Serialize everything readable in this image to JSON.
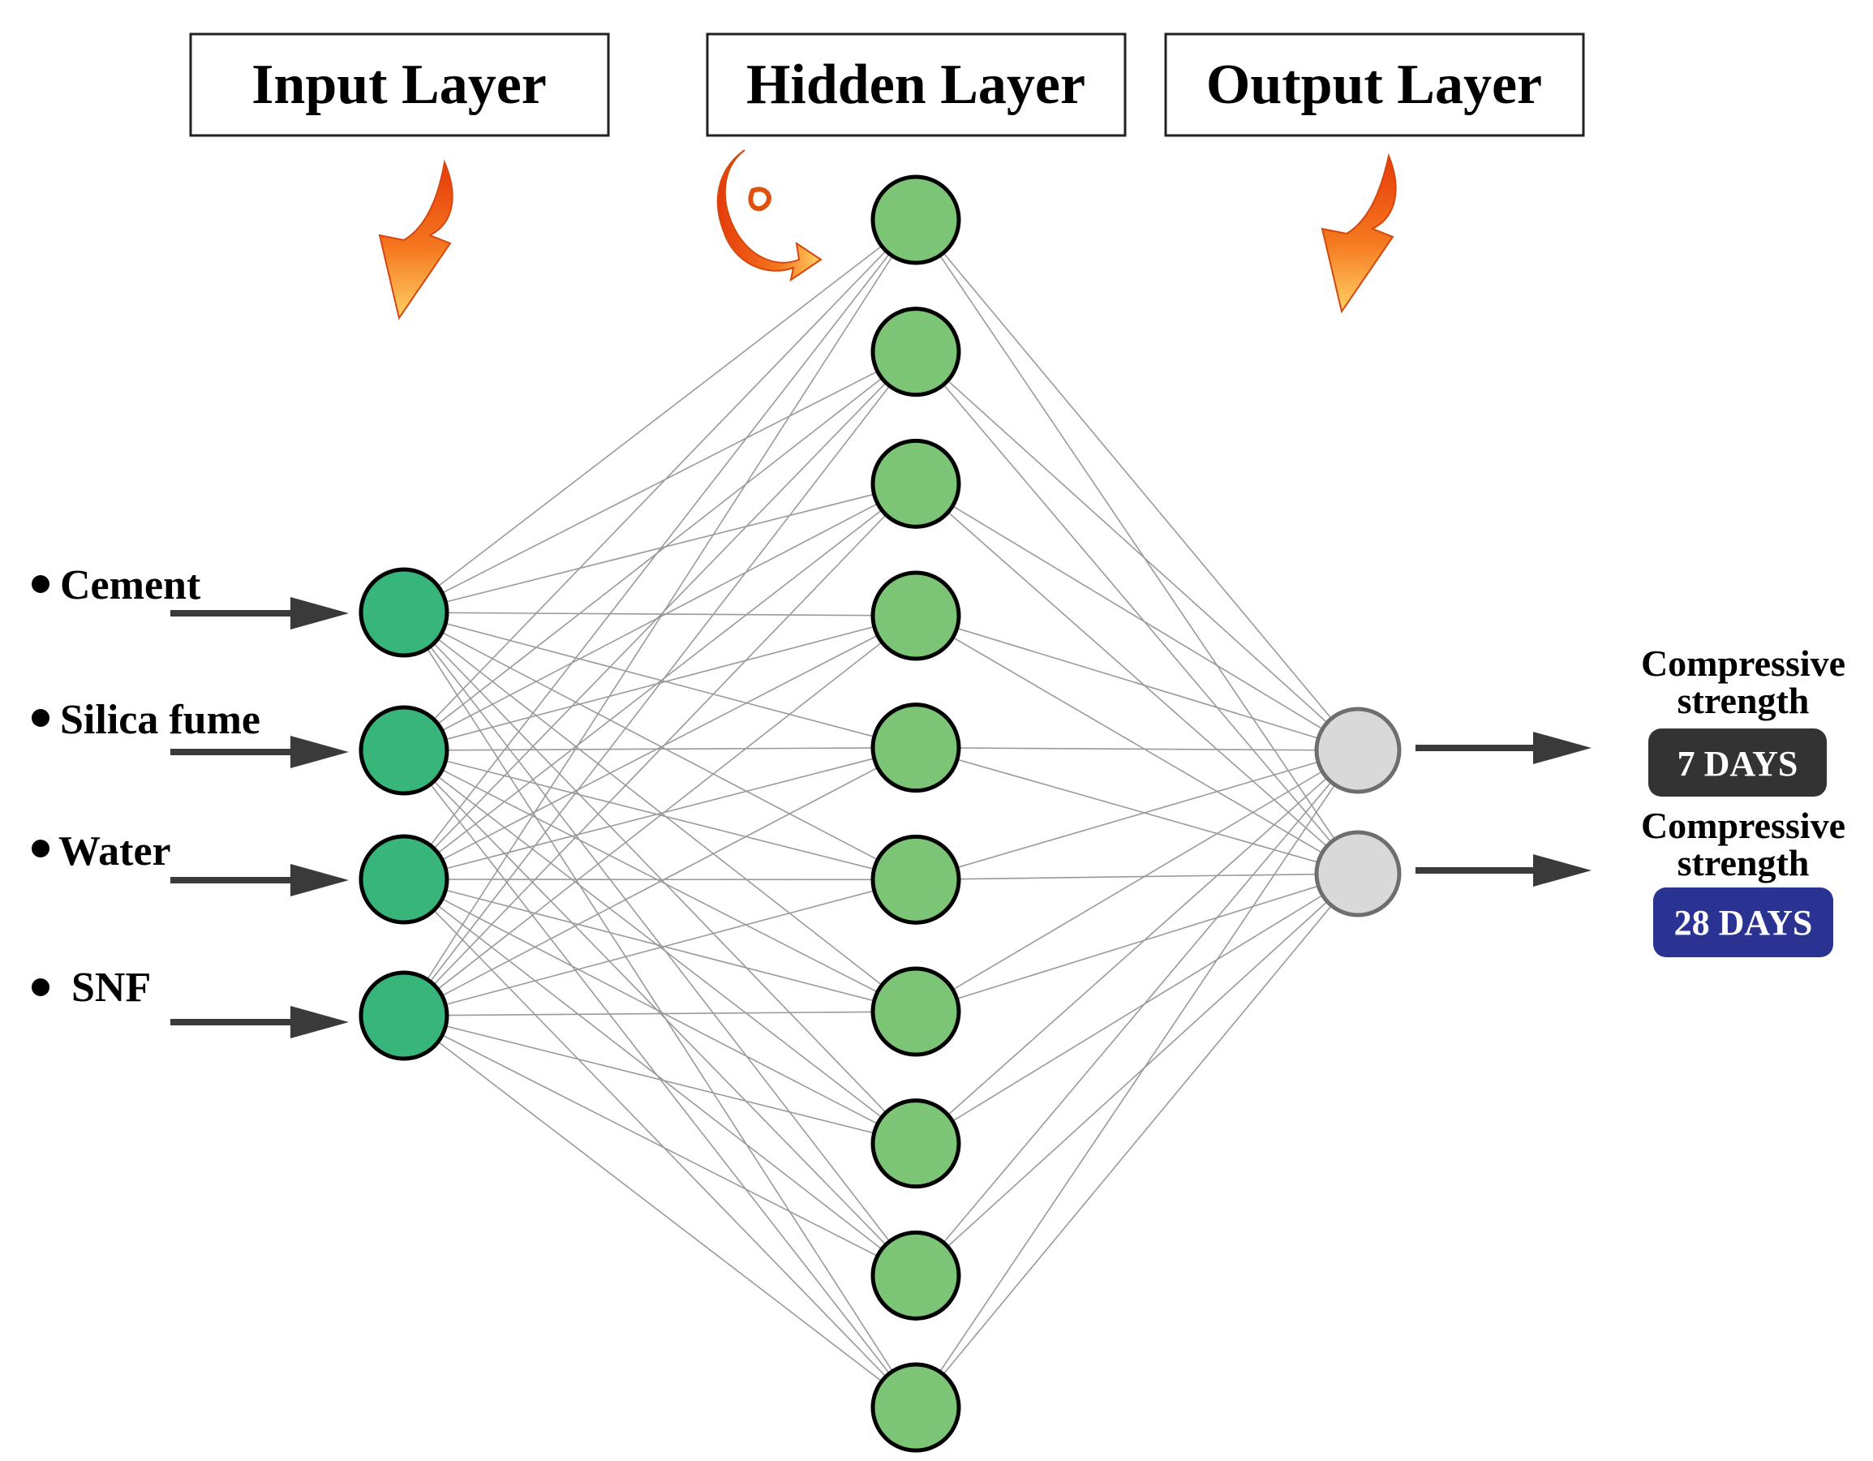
{
  "headers": {
    "input": "Input Layer",
    "hidden": "Hidden Layer",
    "output": "Output Layer"
  },
  "inputs": [
    {
      "label": "Cement"
    },
    {
      "label": "Silica fume"
    },
    {
      "label": "Water"
    },
    {
      "label": "SNF"
    }
  ],
  "hidden_node_count": 10,
  "outputs": [
    {
      "caption_line1": "Compressive",
      "caption_line2": "strength",
      "badge": "7 DAYS",
      "badge_color": "#333333"
    },
    {
      "caption_line1": "Compressive",
      "caption_line2": "strength",
      "badge": "28 DAYS",
      "badge_color": "#2b3392"
    }
  ],
  "colors": {
    "input_node": "#37b57b",
    "hidden_node": "#7cc576",
    "output_node": "#d9d9d9",
    "output_node_stroke": "#6e6e6e",
    "connection": "#9a9a9a",
    "arrow": "#3a3a3a",
    "decorative_arrow": "#f5781f"
  }
}
